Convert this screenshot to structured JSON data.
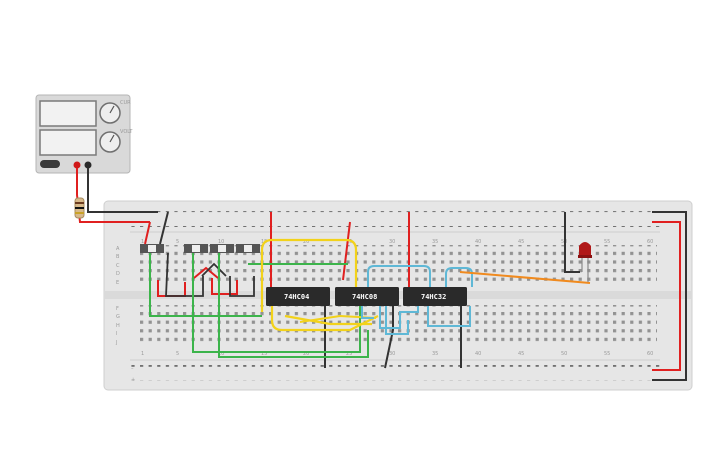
{
  "power_supply": {
    "knob1_label": "CUR",
    "knob2_label": "VOLT"
  },
  "chips": [
    {
      "label": "74HC04"
    },
    {
      "label": "74HC08"
    },
    {
      "label": "74HC32"
    }
  ],
  "breadboard": {
    "column_numbers": [
      "1",
      "5",
      "10",
      "15",
      "20",
      "25",
      "30",
      "35",
      "40",
      "45",
      "50",
      "55",
      "60"
    ],
    "row_letters_top": [
      "A",
      "B",
      "C",
      "D",
      "E"
    ],
    "row_letters_bottom": [
      "F",
      "G",
      "H",
      "I",
      "J"
    ],
    "rail_minus": "–",
    "rail_plus": "+"
  },
  "colors": {
    "board": "#e6e6e6",
    "wire_red": "#e02020",
    "wire_black": "#333333",
    "wire_green": "#3cb44b",
    "wire_yellow": "#f2d21b",
    "wire_blue": "#5fb8d6",
    "wire_orange": "#f08a1e",
    "led": "#b01818",
    "chip": "#2a2a2a"
  },
  "icons": [
    "power-supply-icon",
    "resistor-icon",
    "switch-icon",
    "led-icon",
    "chip-icon"
  ]
}
